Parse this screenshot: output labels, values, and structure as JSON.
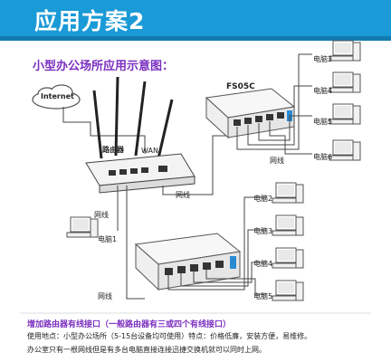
{
  "banner": {
    "title": "应用方案2"
  },
  "subtitle": "小型办公场所应用示意图：",
  "internet_label": "Internet",
  "switch_top_label": "FS05C",
  "router": {
    "label": "路由器",
    "wan_label": "WAN"
  },
  "cable_labels": [
    "网线",
    "网线",
    "网线",
    "网线"
  ],
  "computers_top": [
    "电脑3",
    "电脑4",
    "电脑5",
    "电脑6"
  ],
  "computers_mid": [
    "电脑2",
    "电脑3",
    "电脑4",
    "电脑5"
  ],
  "computer_left": "电脑1",
  "footer": {
    "title": "增加路由器有线接口（一般路由器有三或四个有线接口）",
    "line1": "使用地点：小型办公场所（5-15台设备均可使用）特点：价格低廉，安装方便，易维修。",
    "line2": "办公室只有一根网线但是有多台电脑直接连接迅捷交换机就可以同时上网。"
  },
  "colors": {
    "banner": "#1a9ad6",
    "accent": "#7b2fc0"
  }
}
